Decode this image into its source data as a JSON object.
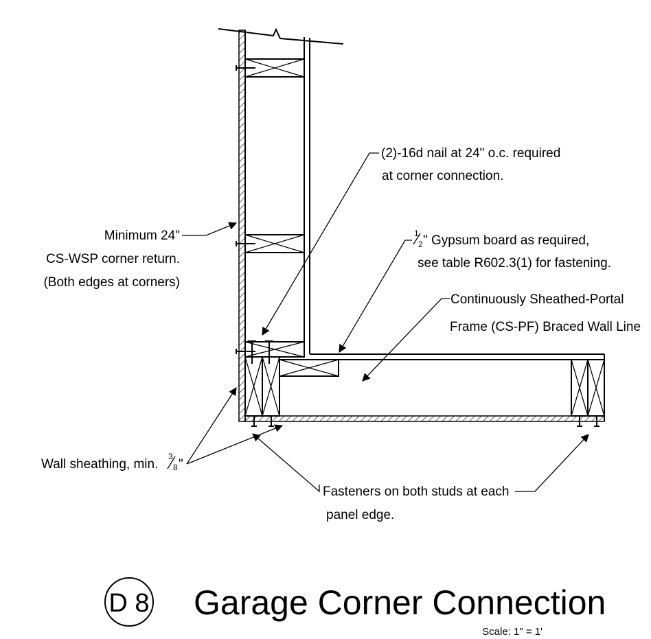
{
  "detail": {
    "id": "D 8",
    "title": "Garage Corner Connection",
    "scale": "Scale: 1\" = 1'"
  },
  "notes": {
    "nail": {
      "line1": "(2)-16d nail at 24\" o.c. required",
      "line2": "at corner connection."
    },
    "corner_return": {
      "line1": "Minimum 24\"",
      "line2": "CS-WSP corner return.",
      "line3": "(Both edges at corners)"
    },
    "gypsum": {
      "fraction_num": "1",
      "fraction_den": "2",
      "line1": "\" Gypsum board as required,",
      "line2": "see table R602.3(1) for fastening."
    },
    "portal": {
      "line1": "Continuously Sheathed-Portal",
      "line2": "Frame (CS-PF) Braced Wall Line"
    },
    "sheathing": {
      "text": "Wall sheathing, min. ",
      "fraction_num": "3",
      "fraction_den": "8",
      "suffix": "\""
    },
    "fasteners": {
      "line1": "Fasteners on both studs at each",
      "line2": "panel edge."
    }
  }
}
